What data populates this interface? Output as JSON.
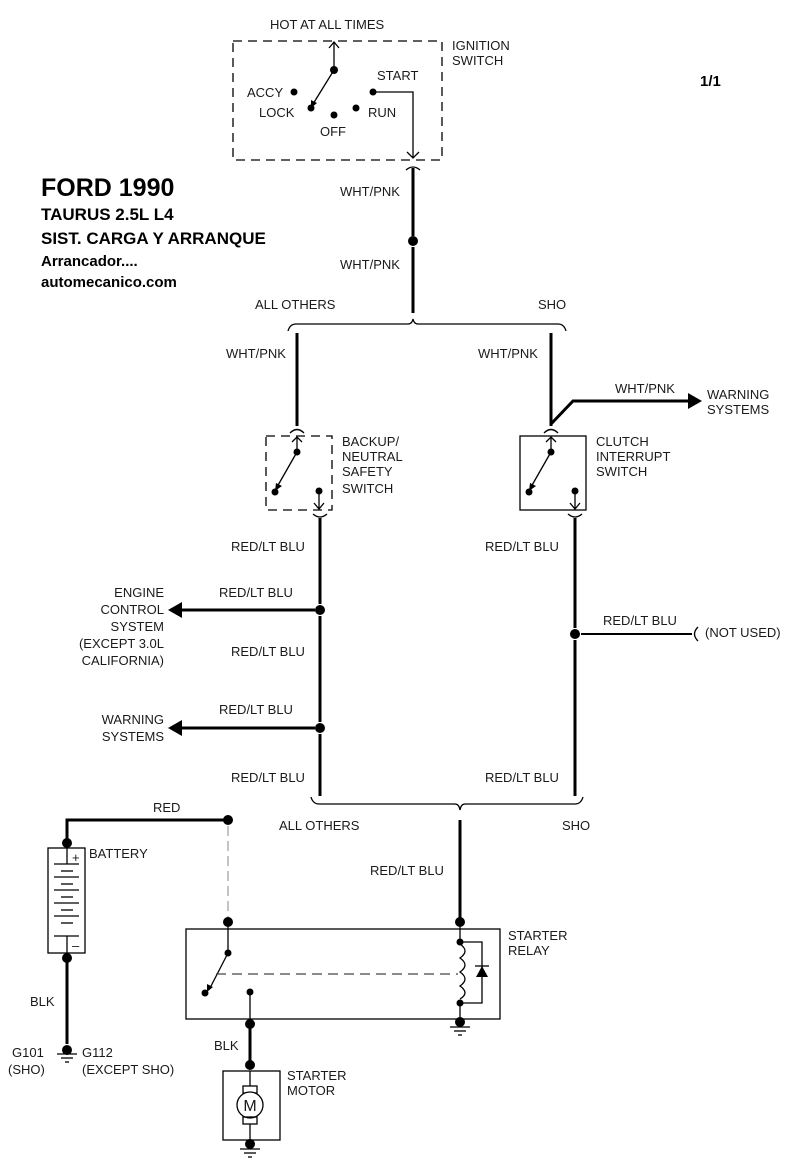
{
  "header": {
    "make_year": "FORD 1990",
    "model": "TAURUS  2.5L  L4",
    "system": "SIST. CARGA Y ARRANQUE",
    "subsystem": "Arrancador....",
    "website": "automecanico.com",
    "page_indicator": "1/1"
  },
  "ignition_switch": {
    "hot_label": "HOT AT ALL TIMES",
    "name_line1": "IGNITION",
    "name_line2": "SWITCH",
    "positions": [
      "ACCY",
      "LOCK",
      "OFF",
      "RUN",
      "START"
    ]
  },
  "wires": {
    "ign_out_upper": "WHT/PNK",
    "ign_out_lower": "WHT/PNK",
    "left_branch": "WHT/PNK",
    "right_branch": "WHT/PNK",
    "warning_branch_top": "WHT/PNK",
    "left_below_switch": "RED/LT BLU",
    "engine_control_branch": "RED/LT BLU",
    "left_mid": "RED/LT BLU",
    "warning_branch_left": "RED/LT BLU",
    "left_bottom": "RED/LT BLU",
    "right_below_switch": "RED/LT BLU",
    "not_used_branch": "RED/LT BLU",
    "right_bottom": "RED/LT BLU",
    "to_relay": "RED/LT BLU",
    "battery_positive": "RED",
    "battery_ground": "BLK",
    "starter_feed": "BLK"
  },
  "splits": {
    "top_left": "ALL OTHERS",
    "top_right": "SHO",
    "bottom_left": "ALL OTHERS",
    "bottom_right": "SHO"
  },
  "components": {
    "backup_switch": [
      "BACKUP/",
      "NEUTRAL",
      "SAFETY",
      "SWITCH"
    ],
    "clutch_switch": [
      "CLUTCH",
      "INTERRUPT",
      "SWITCH"
    ],
    "warning_systems_top": [
      "WARNING",
      "SYSTEMS"
    ],
    "engine_control": [
      "ENGINE",
      "CONTROL",
      "SYSTEM",
      "(EXCEPT 3.0L",
      "CALIFORNIA)"
    ],
    "warning_systems_left": [
      "WARNING",
      "SYSTEMS"
    ],
    "not_used": "(NOT USED)",
    "battery": "BATTERY",
    "battery_plus": "+",
    "battery_minus": "–",
    "starter_relay": [
      "STARTER",
      "RELAY"
    ],
    "starter_motor": [
      "STARTER",
      "MOTOR"
    ],
    "motor_symbol": "M",
    "ground_left": [
      "G101",
      "(SHO)"
    ],
    "ground_right": [
      "G112",
      "(EXCEPT SHO)"
    ]
  }
}
